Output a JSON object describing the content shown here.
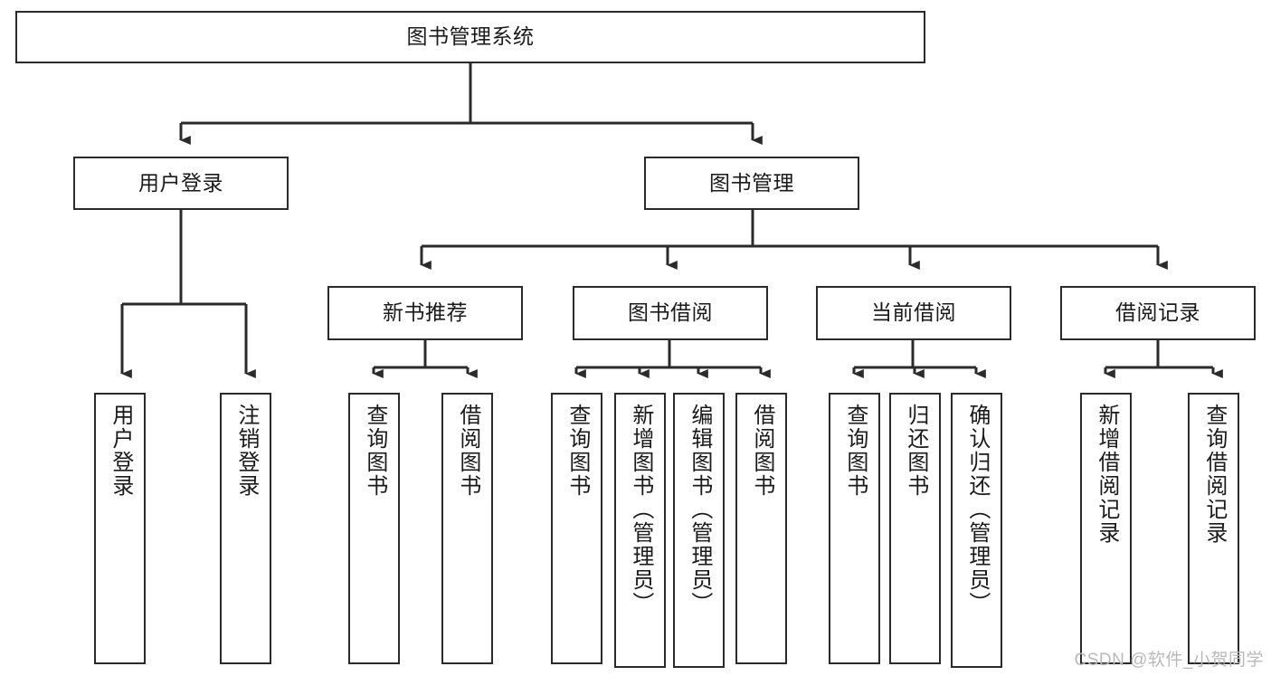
{
  "diagram": {
    "title": "图书管理系统",
    "type": "tree-hierarchy-chart",
    "colors": {
      "box_border": "#2b2b2b",
      "box_fill": "#ffffff",
      "connector": "#2b2b2b",
      "text": "#1a1a1a",
      "watermark": "#b9b9b9"
    },
    "root": {
      "label": "图书管理系统"
    },
    "level2": [
      {
        "label": "用户登录"
      },
      {
        "label": "图书管理"
      }
    ],
    "level3": [
      {
        "label": "新书推荐"
      },
      {
        "label": "图书借阅"
      },
      {
        "label": "当前借阅"
      },
      {
        "label": "借阅记录"
      }
    ],
    "leaves": [
      {
        "label": "用户登录",
        "parent": "用户登录"
      },
      {
        "label": "注销登录",
        "parent": "用户登录"
      },
      {
        "label": "查询图书",
        "parent": "新书推荐"
      },
      {
        "label": "借阅图书",
        "parent": "新书推荐"
      },
      {
        "label": "查询图书",
        "parent": "图书借阅"
      },
      {
        "label": "新增图书（管理员）",
        "parent": "图书借阅"
      },
      {
        "label": "编辑图书（管理员）",
        "parent": "图书借阅"
      },
      {
        "label": "借阅图书",
        "parent": "图书借阅"
      },
      {
        "label": "查询图书",
        "parent": "当前借阅"
      },
      {
        "label": "归还图书",
        "parent": "当前借阅"
      },
      {
        "label": "确认归还（管理员）",
        "parent": "当前借阅"
      },
      {
        "label": "新增借阅记录",
        "parent": "借阅记录"
      },
      {
        "label": "查询借阅记录",
        "parent": "借阅记录"
      }
    ],
    "watermark": "CSDN @软件_小贺同学"
  }
}
